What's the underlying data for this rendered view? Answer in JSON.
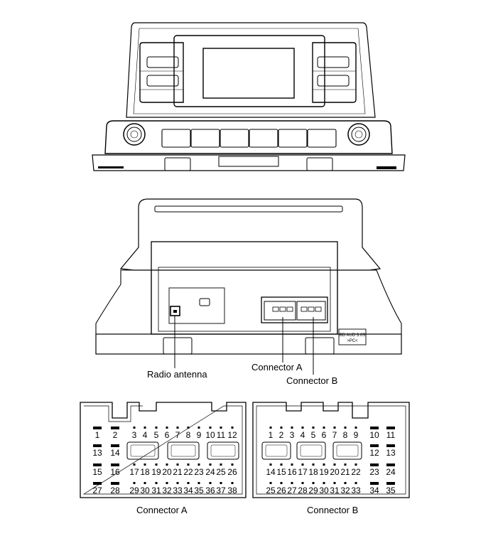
{
  "callouts": {
    "radio_antenna": "Radio antenna",
    "connector_a": "Connector A",
    "connector_b": "Connector B"
  },
  "connector_a": {
    "caption": "Connector A",
    "pin_rows": [
      [
        "1",
        "2",
        "3",
        "4",
        "5",
        "6",
        "7",
        "8",
        "9",
        "10",
        "11",
        "12"
      ],
      [
        "13",
        "14"
      ],
      [
        "15",
        "16",
        "17",
        "18",
        "19",
        "20",
        "21",
        "22",
        "23",
        "24",
        "25",
        "26"
      ],
      [
        "27",
        "28",
        "29",
        "30",
        "31",
        "32",
        "33",
        "34",
        "35",
        "36",
        "37",
        "38"
      ]
    ]
  },
  "connector_b": {
    "caption": "Connector B",
    "pin_rows": [
      [
        "1",
        "2",
        "3",
        "4",
        "5",
        "6",
        "7",
        "8",
        "9",
        "10",
        "11"
      ],
      [
        "12",
        "13"
      ],
      [
        "14",
        "15",
        "16",
        "17",
        "18",
        "19",
        "20",
        "21",
        "22",
        "23",
        "24"
      ],
      [
        "25",
        "26",
        "27",
        "28",
        "29",
        "30",
        "31",
        "32",
        "33",
        "34",
        "35"
      ]
    ]
  },
  "rear_panel": {
    "label_text": [
      "BD AUD 3.0S",
      ">PC<"
    ]
  }
}
